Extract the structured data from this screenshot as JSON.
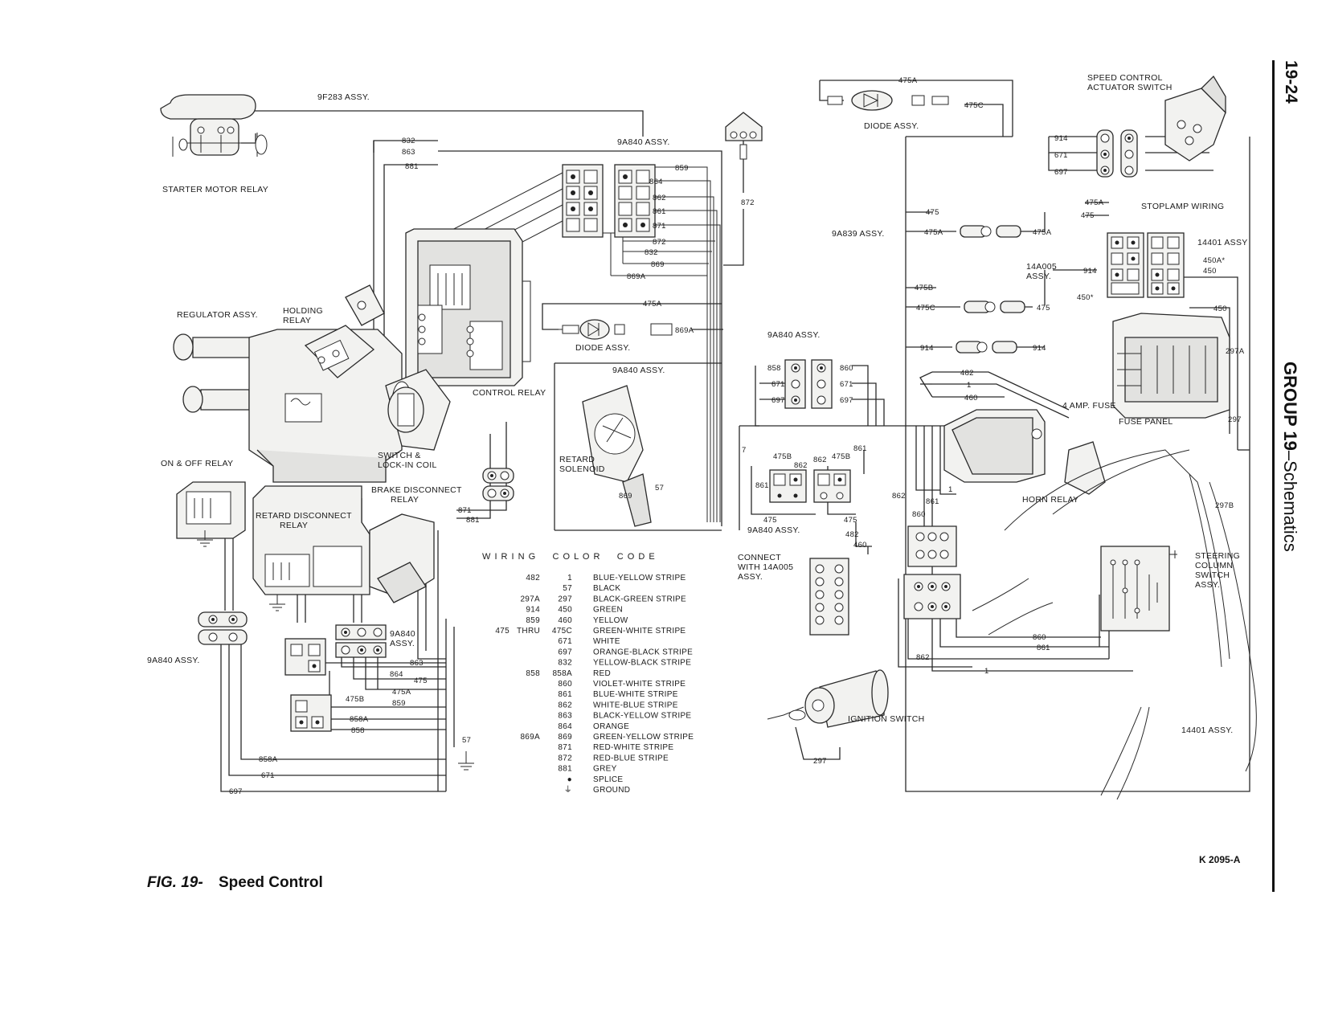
{
  "page": {
    "number": "19-24",
    "group": "GROUP 19",
    "section": "–Schematics",
    "figure_number": "FIG. 19-",
    "figure_title": "Speed Control",
    "art_code": "K 2095-A"
  },
  "labels": {
    "starter_motor_relay": "STARTER MOTOR RELAY",
    "assy_9f283": "9F283 ASSY.",
    "assy_9a840_top": "9A840 ASSY.",
    "assy_9a840_mid": "9A840 ASSY.",
    "assy_9a840_mid2": "9A840 ASSY.",
    "assy_9a840_low": "9A840 ASSY.",
    "assy_9a840_left": "9A840 ASSY.",
    "assy_9a840_small_1": "9A840",
    "assy_9a840_small_2": "ASSY.",
    "regulator_assy": "REGULATOR ASSY.",
    "holding_relay_1": "HOLDING",
    "holding_relay_2": "RELAY",
    "control_relay": "CONTROL RELAY",
    "diode_assy_left": "DIODE ASSY.",
    "diode_assy_top": "DIODE ASSY.",
    "switch_lockin_1": "SWITCH &",
    "switch_lockin_2": "LOCK-IN COIL",
    "on_off_relay": "ON & OFF RELAY",
    "brake_disconnect_1": "BRAKE DISCONNECT",
    "brake_disconnect_2": "RELAY",
    "retard_disconnect_1": "RETARD DISCONNECT",
    "retard_disconnect_2": "RELAY",
    "retard_solenoid_1": "RETARD",
    "retard_solenoid_2": "SOLENOID",
    "speed_control_switch_1": "SPEED CONTROL",
    "speed_control_switch_2": "ACTUATOR SWITCH",
    "stoplamp_wiring": "STOPLAMP WIRING",
    "assy_9a839": "9A839 ASSY.",
    "assy_14401_top": "14401 ASSY",
    "assy_14401_bottom": "14401 ASSY.",
    "assy_14a005_1": "14A005",
    "assy_14a005_2": "ASSY.",
    "four_amp_fuse": "4 AMP. FUSE",
    "fuse_panel": "FUSE PANEL",
    "horn_relay": "HORN RELAY",
    "connect_1": "CONNECT",
    "connect_2": "WITH 14A005",
    "connect_3": "ASSY.",
    "steering_1": "STEERING",
    "steering_2": "COLUMN",
    "steering_3": "SWITCH",
    "steering_4": "ASSY.",
    "ignition_switch": "IGNITION SWITCH"
  },
  "color_code": {
    "title": "W I R I N G     C O L O R     C O D E",
    "rows": [
      {
        "alt": "482",
        "code": "1",
        "color": "BLUE-YELLOW STRIPE"
      },
      {
        "alt": "",
        "code": "57",
        "color": "BLACK"
      },
      {
        "alt": "297A",
        "code": "297",
        "color": "BLACK-GREEN STRIPE"
      },
      {
        "alt": "914",
        "code": "450",
        "color": "GREEN"
      },
      {
        "alt": "859",
        "code": "460",
        "color": "YELLOW"
      },
      {
        "alt": "475   THRU",
        "code": "475C",
        "color": "GREEN-WHITE STRIPE"
      },
      {
        "alt": "",
        "code": "671",
        "color": "WHITE"
      },
      {
        "alt": "",
        "code": "697",
        "color": "ORANGE-BLACK STRIPE"
      },
      {
        "alt": "",
        "code": "832",
        "color": "YELLOW-BLACK STRIPE"
      },
      {
        "alt": "858",
        "code": "858A",
        "color": "RED"
      },
      {
        "alt": "",
        "code": "860",
        "color": "VIOLET-WHITE STRIPE"
      },
      {
        "alt": "",
        "code": "861",
        "color": "BLUE-WHITE STRIPE"
      },
      {
        "alt": "",
        "code": "862",
        "color": "WHITE-BLUE STRIPE"
      },
      {
        "alt": "",
        "code": "863",
        "color": "BLACK-YELLOW STRIPE"
      },
      {
        "alt": "",
        "code": "864",
        "color": "ORANGE"
      },
      {
        "alt": "869A",
        "code": "869",
        "color": "GREEN-YELLOW STRIPE"
      },
      {
        "alt": "",
        "code": "871",
        "color": "RED-WHITE STRIPE"
      },
      {
        "alt": "",
        "code": "872",
        "color": "RED-BLUE STRIPE"
      },
      {
        "alt": "",
        "code": "881",
        "color": "GREY"
      },
      {
        "alt": "",
        "code": "●",
        "color": "SPLICE"
      },
      {
        "alt": "",
        "code": "⏚",
        "color": "GROUND"
      }
    ]
  },
  "wires": {
    "w832": "832",
    "w863": "863",
    "w881": "881",
    "w859": "859",
    "w864": "864",
    "w862": "862",
    "w861": "861",
    "w871": "871",
    "w872a": "872",
    "w832b": "832",
    "w869": "869",
    "w869a": "869A",
    "w872v": "872",
    "w475a_mid": "475A",
    "w869a_mid": "869A",
    "w475a_top": "475A",
    "w475c_top": "475C",
    "w914a": "914",
    "w671a": "671",
    "w697a": "697",
    "w475a_s": "475A",
    "w475_s": "475",
    "w475_l": "475",
    "w475a_l": "475A",
    "w475a_r": "475A",
    "w914b": "914",
    "w450star": "450A*",
    "w450": "450",
    "w450sp": "450*",
    "w450c": "450",
    "w475b_l": "475B",
    "w475c_l": "475C",
    "w475_r2": "475",
    "w914c": "914",
    "w914d": "914",
    "w297a": "297A",
    "w297": "297",
    "w297b": "297B",
    "w482": "482",
    "w1a": "1",
    "w460": "460",
    "w858": "858",
    "w671b": "671",
    "w697b": "697",
    "w860a": "860",
    "w671c": "671",
    "w697c": "697",
    "w475b_a": "475B",
    "w862a": "862",
    "w862b": "862",
    "w475b_b": "475B",
    "w861a": "861",
    "w861b": "861",
    "w475_c": "475",
    "w475_d": "475",
    "w482b": "482",
    "w460b": "460",
    "w862c": "862",
    "w861c": "861",
    "w1b": "1",
    "w860b": "860",
    "w860c": "860",
    "w861d": "861",
    "w862d": "862",
    "w1c": "1",
    "w869b": "869",
    "w57a": "57",
    "w871b": "871",
    "w881b": "881",
    "w863b": "863",
    "w864b": "864",
    "w475e": "475",
    "w475a_e": "475A",
    "w475b_c": "475B",
    "w859b": "859",
    "w858a": "858A",
    "w858b": "858",
    "w858a_b": "858A",
    "w671d": "671",
    "w697d": "697",
    "w57b": "57",
    "w297c": "297",
    "w7": "7"
  }
}
